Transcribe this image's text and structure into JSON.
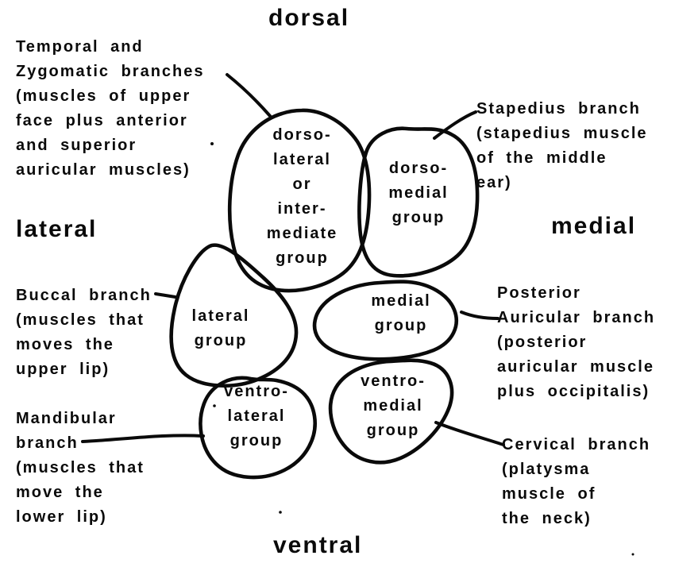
{
  "figure": {
    "background_color": "#ffffff",
    "ink_color": "#0a0a0a",
    "description": "Hand-drawn schematic of facial nerve branch muscle groups arranged by dorsal/ventral and lateral/medial axes"
  },
  "axis_headings": {
    "dorsal": "dorsal",
    "ventral": "ventral",
    "lateral": "lateral",
    "medial": "medial"
  },
  "groups": [
    {
      "id": "dorso-lateral",
      "lines": [
        "dorso-",
        "lateral",
        "or",
        "inter-",
        "mediate",
        "group"
      ]
    },
    {
      "id": "dorso-medial",
      "lines": [
        "dorso-",
        "medial",
        "group"
      ]
    },
    {
      "id": "lateral",
      "lines": [
        "lateral",
        "group"
      ]
    },
    {
      "id": "medial",
      "lines": [
        "medial",
        "group"
      ]
    },
    {
      "id": "ventro-lateral",
      "lines": [
        "ventro-",
        "lateral",
        "group"
      ]
    },
    {
      "id": "ventro-medial",
      "lines": [
        "ventro-",
        "medial",
        "group"
      ]
    }
  ],
  "annotations": [
    {
      "id": "temporal-zygomatic",
      "lines": [
        "Temporal and",
        "Zygomatic branches",
        "(muscles of upper",
        "face plus anterior",
        "and superior",
        "auricular muscles)"
      ]
    },
    {
      "id": "stapedius",
      "lines": [
        "Stapedius branch",
        "(stapedius muscle",
        "of the middle",
        "ear)"
      ]
    },
    {
      "id": "buccal",
      "lines": [
        "Buccal branch",
        "(muscles that",
        "moves the",
        "upper lip)"
      ]
    },
    {
      "id": "posterior-auricular",
      "lines": [
        "Posterior",
        "Auricular branch",
        "(posterior",
        "auricular muscle",
        "plus occipitalis)"
      ]
    },
    {
      "id": "mandibular",
      "lines": [
        "Mandibular",
        "branch",
        "(muscles that",
        "move the",
        "lower lip)"
      ]
    },
    {
      "id": "cervical",
      "lines": [
        "Cervical branch",
        "(platysma",
        "muscle of",
        "the neck)"
      ]
    }
  ]
}
